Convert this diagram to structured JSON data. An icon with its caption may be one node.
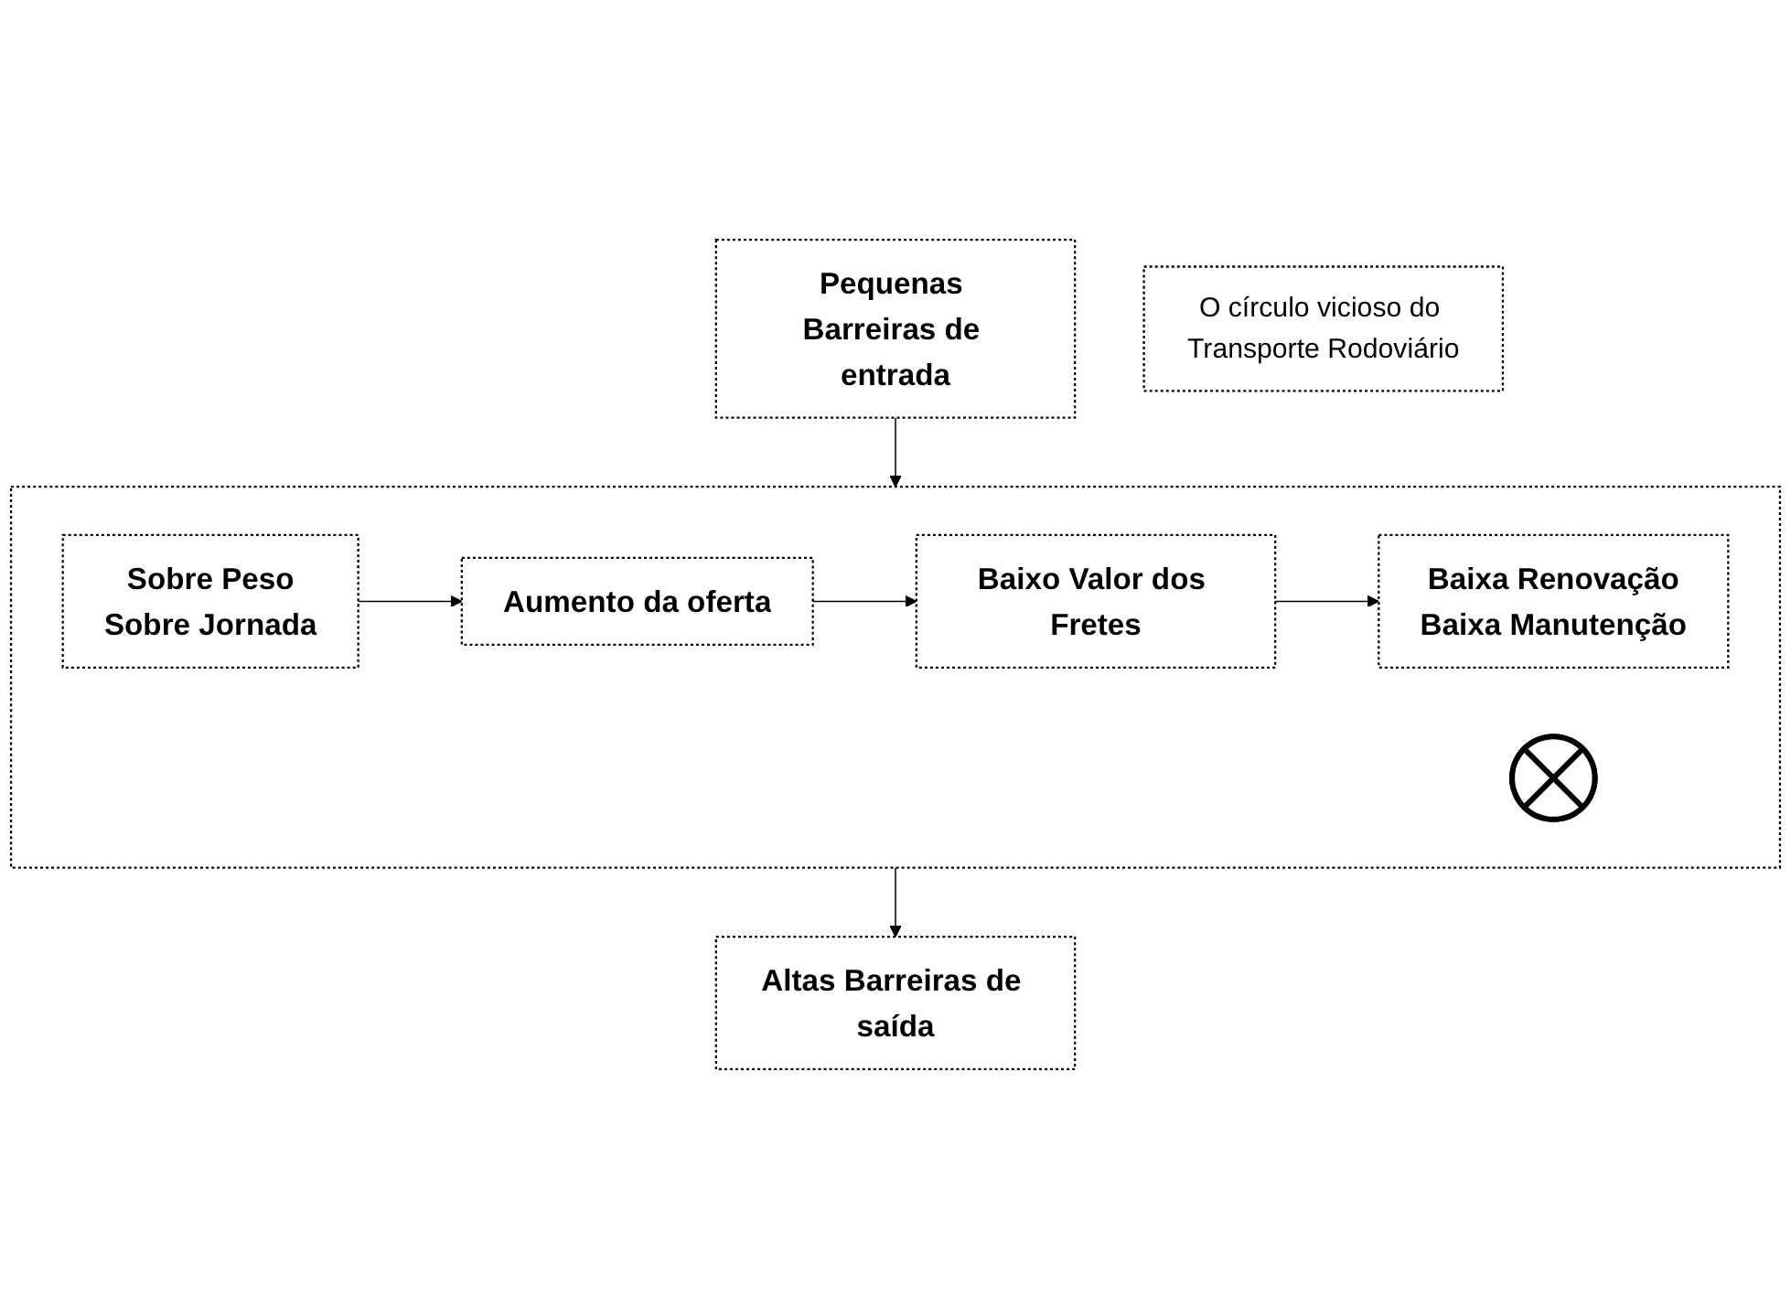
{
  "diagram": {
    "nodes": [
      {
        "text": [
          "Pequenas Barreiras de entrada"
        ]
      },
      {
        "text": [
          "Altas Barreiras de saída"
        ]
      },
      {
        "text": [
          "O círculo vicioso do Transporte Rodoviário"
        ]
      },
      {
        "text": [],
        "shape": "box"
      },
      {
        "text": [
          "Aumento da oferta"
        ],
        "in": 3
      },
      {
        "text": [
          "Baixo Valor dos Fretes"
        ],
        "in": 3
      },
      {
        "text": [
          "Sobre Peso",
          "Sobre Jornada"
        ],
        "in": 3
      },
      {
        "text": [],
        "shape": "cross",
        "in": 3
      },
      {
        "text": [
          "Baixa Renovação",
          "Baixa Manutenção"
        ],
        "in": 3
      }
    ],
    "edges": [
      {
        "from": 0,
        "to": 3,
        "arrow": "to"
      },
      {
        "from": 3,
        "to": 1,
        "arrow": "to"
      },
      {
        "from": 4,
        "to": 5,
        "arrow": "to"
      },
      {
        "from": 5,
        "to": 8,
        "arrow": "to"
      },
      {
        "from": 6,
        "to": 4,
        "arrow": "to"
      }
    ]
  }
}
